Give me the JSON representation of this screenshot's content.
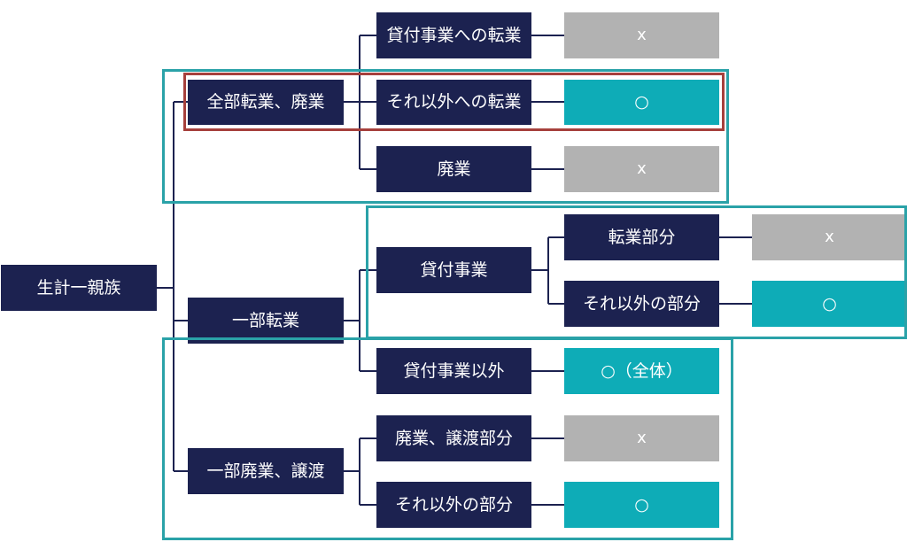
{
  "root": {
    "label": "生計一親族"
  },
  "level1": [
    {
      "label": "全部転業、廃業"
    },
    {
      "label": "一部転業"
    },
    {
      "label": "一部廃業、譲渡"
    }
  ],
  "level2": [
    {
      "label": "貸付事業への転業"
    },
    {
      "label": "それ以外への転業"
    },
    {
      "label": "廃業"
    },
    {
      "label": "貸付事業"
    },
    {
      "label": "貸付事業以外"
    },
    {
      "label": "廃業、譲渡部分"
    },
    {
      "label": "それ以外の部分"
    }
  ],
  "level3": [
    {
      "label": "転業部分"
    },
    {
      "label": "それ以外の部分"
    }
  ],
  "results": [
    {
      "label": "x",
      "status": "not-applicable"
    },
    {
      "label": "○",
      "status": "applicable"
    },
    {
      "label": "x",
      "status": "not-applicable"
    },
    {
      "label": "x",
      "status": "not-applicable"
    },
    {
      "label": "○",
      "status": "applicable"
    },
    {
      "label": "○（全体）",
      "status": "applicable"
    },
    {
      "label": "x",
      "status": "not-applicable"
    },
    {
      "label": "○",
      "status": "applicable"
    }
  ],
  "colors": {
    "node": "#1c2250",
    "result_not_applicable": "#b2b2b2",
    "result_applicable": "#0eacb7",
    "frame_teal": "#2aa2a8",
    "frame_highlight": "#a6403c",
    "connector": "#1c2250"
  }
}
